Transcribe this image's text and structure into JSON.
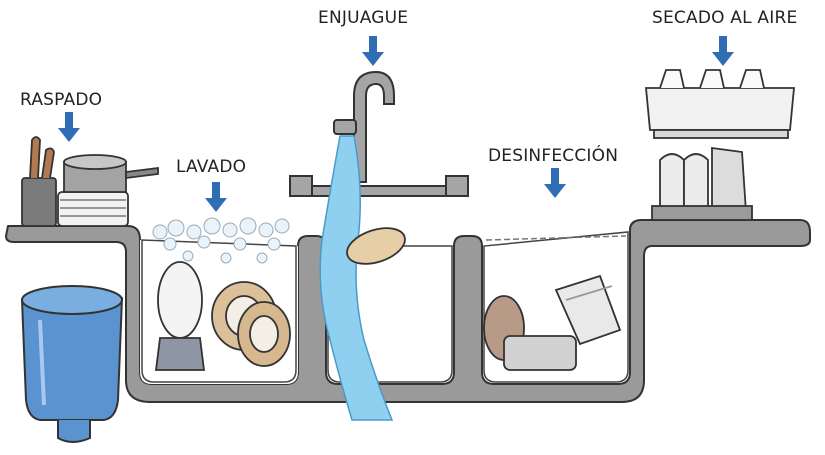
{
  "diagram": {
    "steps": [
      {
        "id": "raspado",
        "label": "RASPADO"
      },
      {
        "id": "lavado",
        "label": "LAVADO"
      },
      {
        "id": "enjuague",
        "label": "ENJUAGUE"
      },
      {
        "id": "desinfeccion",
        "label": "DESINFECCIÓN"
      },
      {
        "id": "secado",
        "label": "SECADO AL AIRE"
      }
    ],
    "colors": {
      "arrow": "#2f6db5",
      "water": "#8fd0f0",
      "sink": "#9a9a9a",
      "trash_bin": "#5a93d0",
      "outline": "#333333"
    },
    "icons": [
      "trash-bin-icon",
      "dish-stack-icon",
      "faucet-icon",
      "drying-rack-icon"
    ]
  }
}
